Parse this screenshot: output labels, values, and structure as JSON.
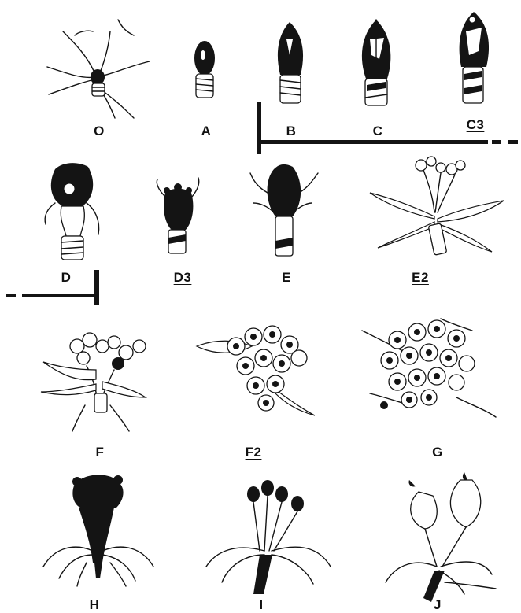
{
  "figure": {
    "stages": [
      {
        "id": "O",
        "label": "O",
        "underlined": false
      },
      {
        "id": "A",
        "label": "A",
        "underlined": false
      },
      {
        "id": "B",
        "label": "B",
        "underlined": false
      },
      {
        "id": "C",
        "label": "C",
        "underlined": false
      },
      {
        "id": "C3",
        "label": "C3",
        "underlined": true
      },
      {
        "id": "D",
        "label": "D",
        "underlined": false
      },
      {
        "id": "D3",
        "label": "D3",
        "underlined": true
      },
      {
        "id": "E",
        "label": "E",
        "underlined": false
      },
      {
        "id": "E2",
        "label": "E2",
        "underlined": true
      },
      {
        "id": "F",
        "label": "F",
        "underlined": false
      },
      {
        "id": "F2",
        "label": "F2",
        "underlined": true
      },
      {
        "id": "G",
        "label": "G",
        "underlined": false
      },
      {
        "id": "H",
        "label": "H",
        "underlined": false
      },
      {
        "id": "I",
        "label": "I",
        "underlined": false
      },
      {
        "id": "J",
        "label": "J",
        "underlined": false
      }
    ],
    "colors": {
      "ink": "#141414",
      "background": "#ffffff"
    }
  }
}
